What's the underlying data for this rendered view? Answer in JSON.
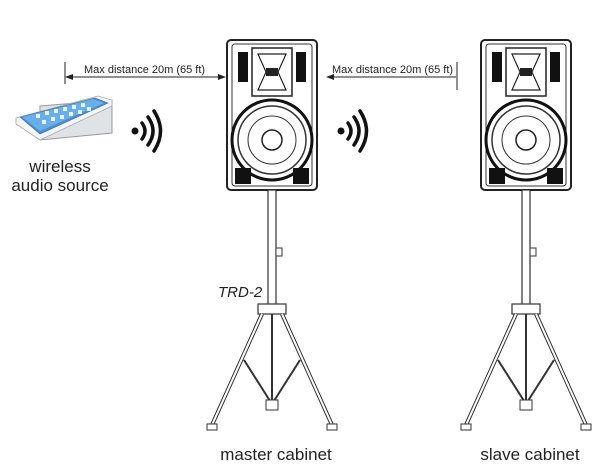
{
  "diagram": {
    "distance_left": "Max distance 20m (65 ft)",
    "distance_right": "Max distance 20m (65 ft)",
    "source_label_line1": "wireless",
    "source_label_line2": "audio source",
    "stand_model": "TRD-2",
    "master_label": "master cabinet",
    "slave_label": "slave cabinet"
  }
}
